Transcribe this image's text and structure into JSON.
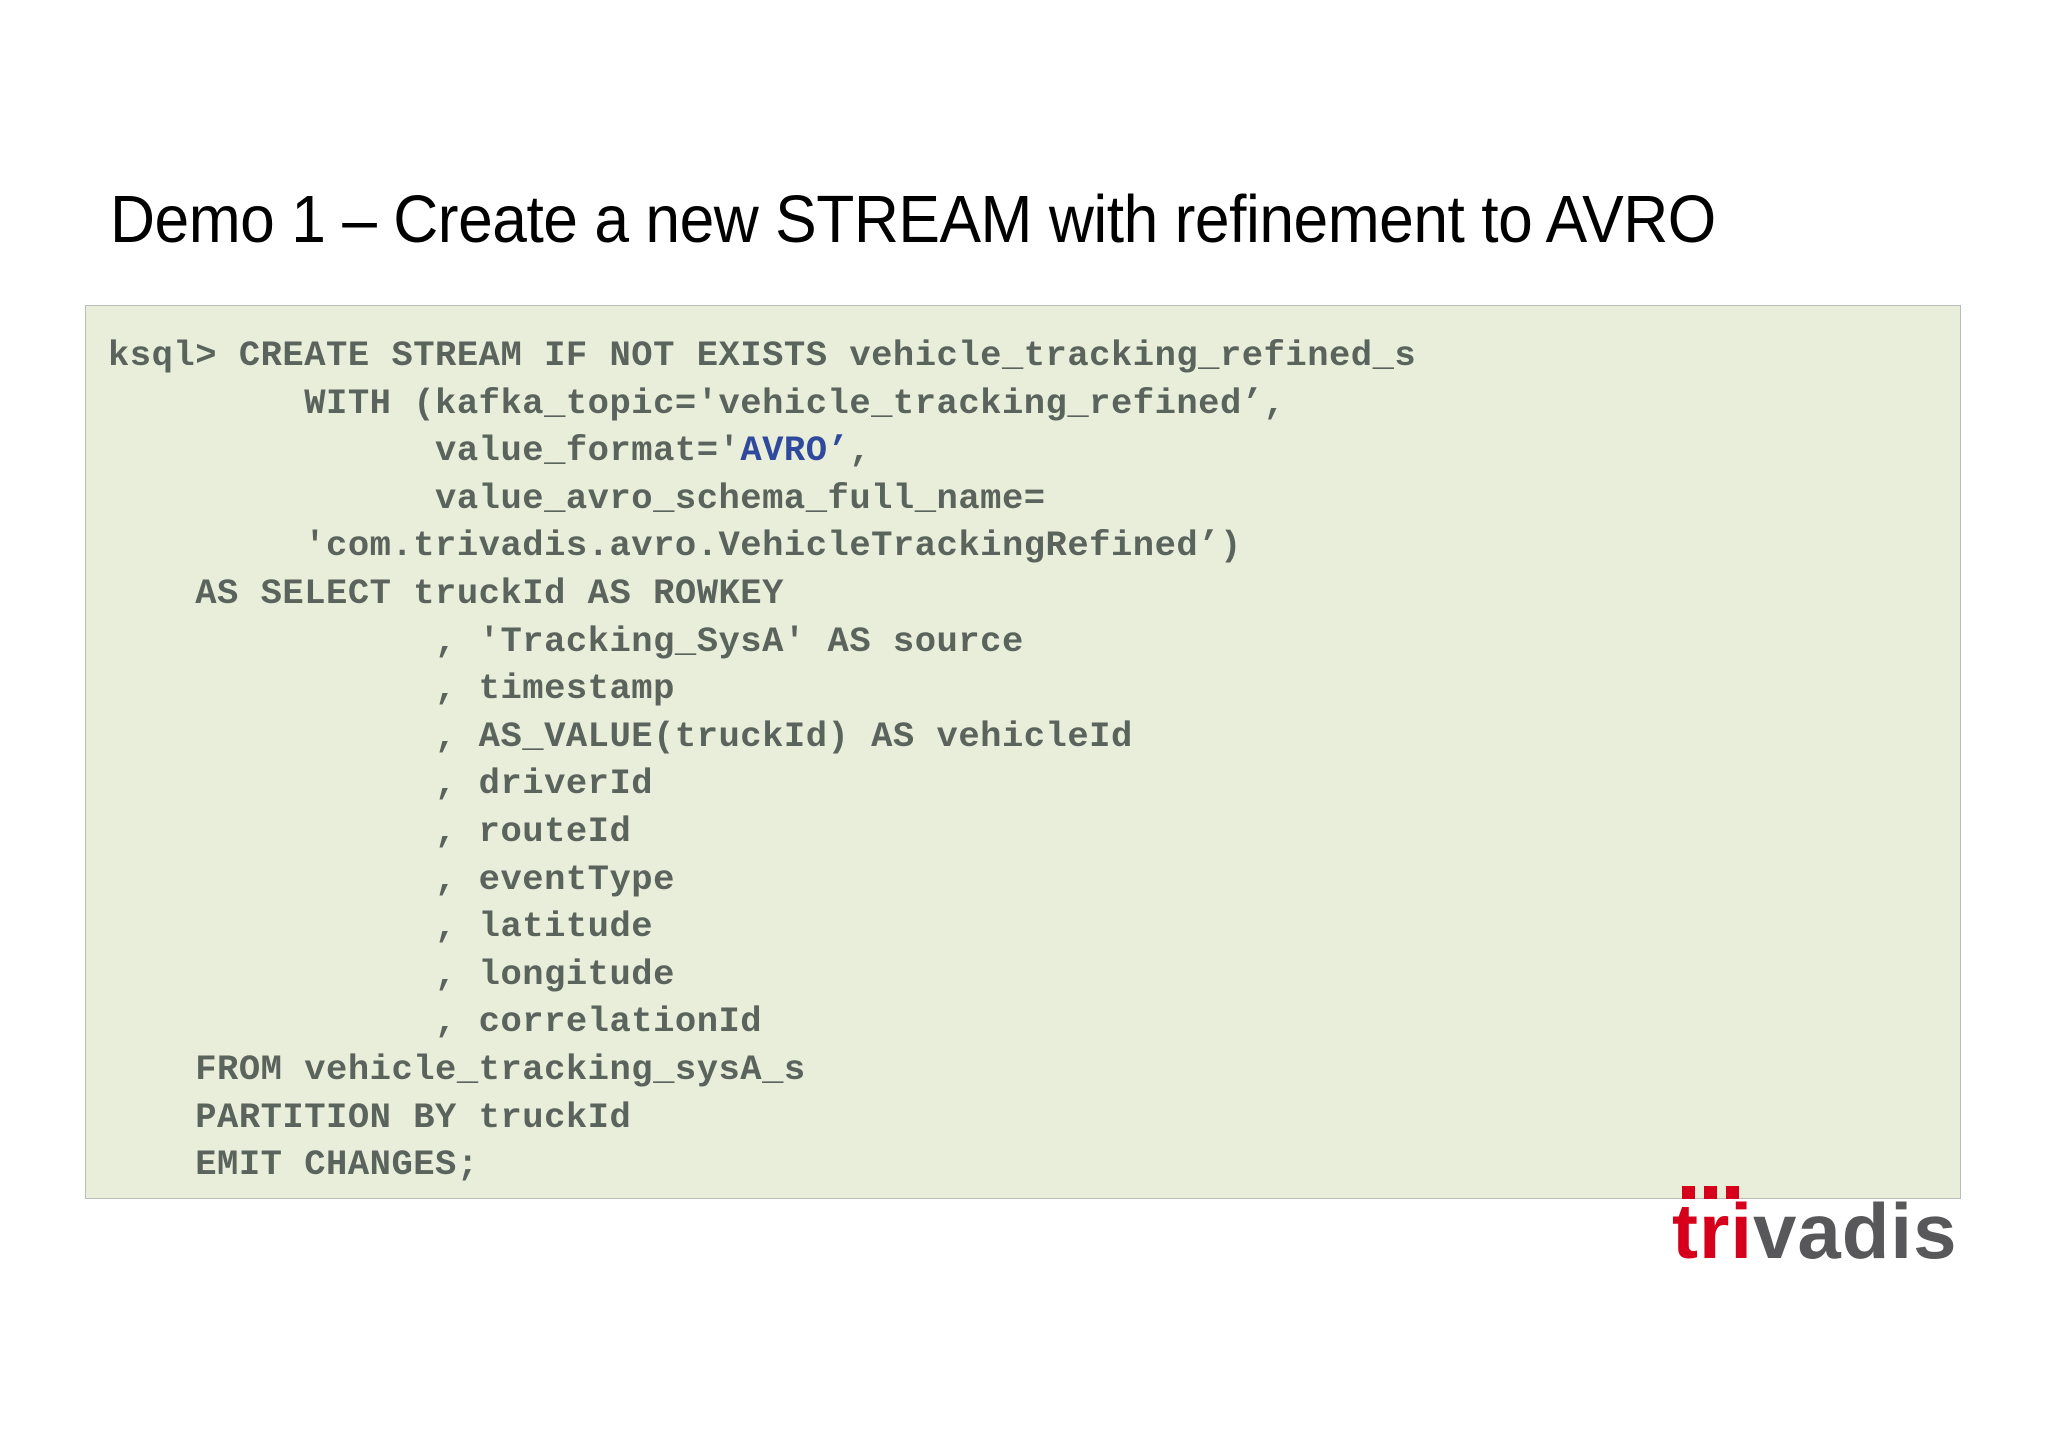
{
  "slide": {
    "title": "Demo 1 – Create a new STREAM with refinement to AVRO",
    "background_color": "#ffffff"
  },
  "code_block": {
    "background_color": "#e8eeda",
    "border_color": "#b9bdb4",
    "text_color": "#5a635c",
    "highlight_color": "#2f4a9c",
    "language": "ksql",
    "prompt": "ksql>",
    "highlighted_token": "'AVRO’",
    "lines": [
      "ksql> CREATE STREAM IF NOT EXISTS vehicle_tracking_refined_s",
      "         WITH (kafka_topic='vehicle_tracking_refined’,",
      "               value_format='AVRO’,",
      "               value_avro_schema_full_name=",
      "         'com.trivadis.avro.VehicleTrackingRefined’)",
      "    AS SELECT truckId AS ROWKEY",
      "               , 'Tracking_SysA' AS source",
      "               , timestamp",
      "               , AS_VALUE(truckId) AS vehicleId",
      "               , driverId",
      "               , routeId",
      "               , eventType",
      "               , latitude",
      "               , longitude",
      "               , correlationId",
      "    FROM vehicle_tracking_sysA_s",
      "    PARTITION BY truckId",
      "    EMIT CHANGES;"
    ],
    "full_text": "ksql> CREATE STREAM IF NOT EXISTS vehicle_tracking_refined_s\n         WITH (kafka_topic='vehicle_tracking_refined’,\n               value_format='AVRO’,\n               value_avro_schema_full_name=\n         'com.trivadis.avro.VehicleTrackingRefined’)\n    AS SELECT truckId AS ROWKEY\n               , 'Tracking_SysA' AS source\n               , timestamp\n               , AS_VALUE(truckId) AS vehicleId\n               , driverId\n               , routeId\n               , eventType\n               , latitude\n               , longitude\n               , correlationId\n    FROM vehicle_tracking_sysA_s\n    PARTITION BY truckId\n    EMIT CHANGES;"
  },
  "logo": {
    "text_red": "tri",
    "text_gray": "vadis",
    "full_text": "trivadis",
    "red": "#d6001c",
    "gray": "#58585a"
  }
}
